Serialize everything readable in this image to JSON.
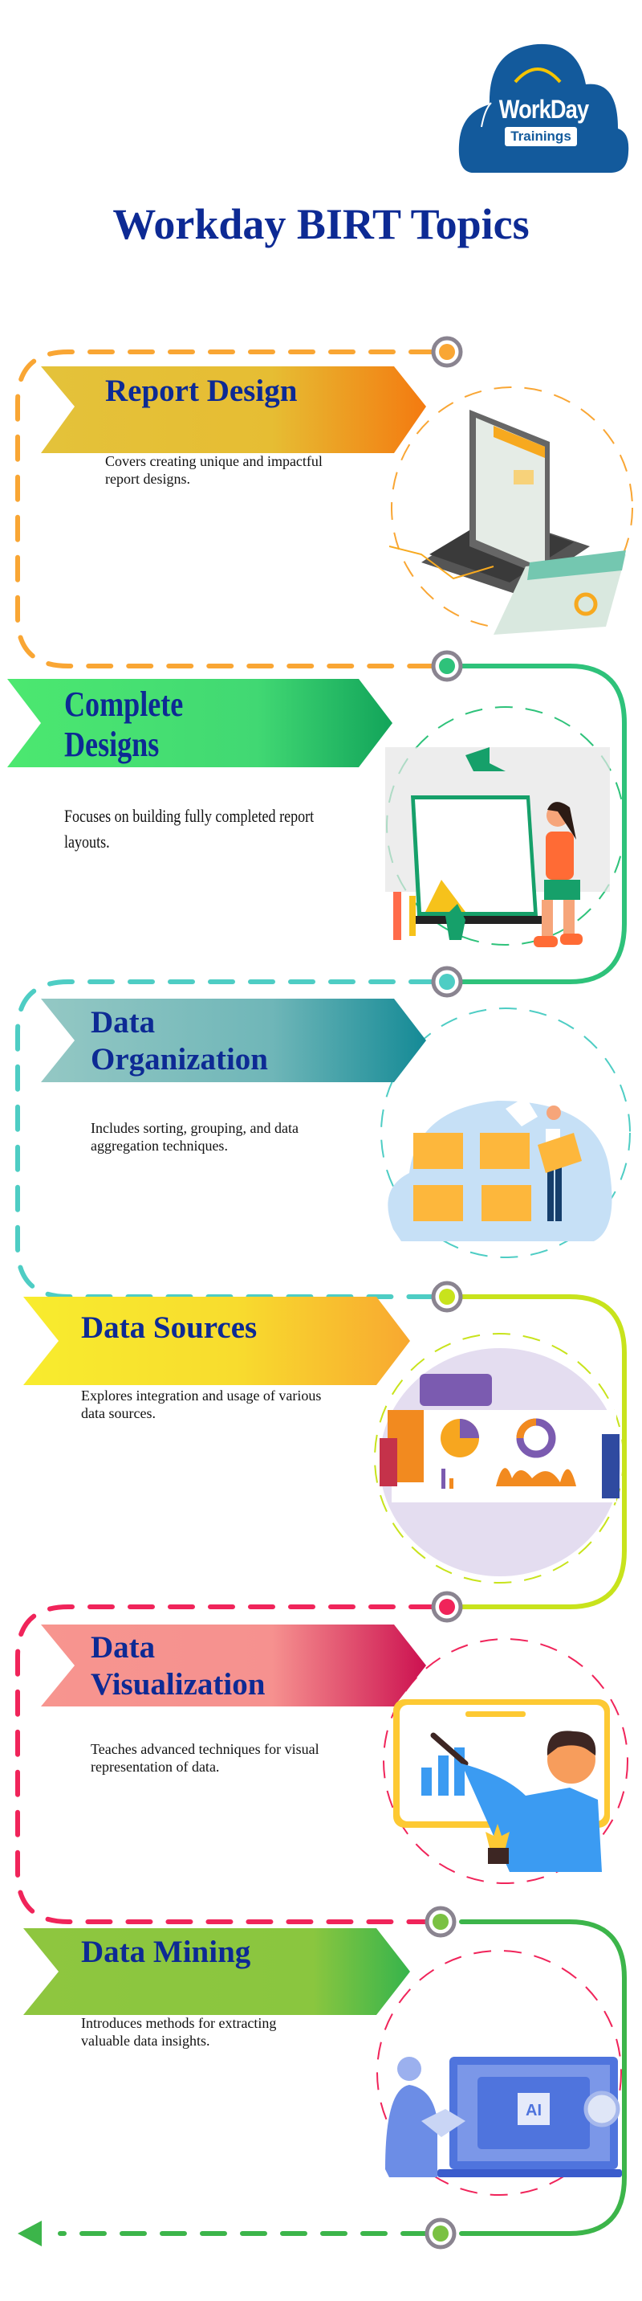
{
  "logo": {
    "word": "WorkDay",
    "sub": "Trainings",
    "color": "#135a9c"
  },
  "title": "Workday BIRT Topics",
  "colors": {
    "heading": "#0d2a94",
    "dot_ring": "#8a8490"
  },
  "sections": [
    {
      "title": "Report Design",
      "description": "Covers creating unique and impactful report designs.",
      "accent": "#f9a634",
      "illustration": "laptop-report-icon"
    },
    {
      "title": "Complete Designs",
      "title_lines": [
        "Complete",
        "Designs"
      ],
      "description": "Focuses on building fully completed report layouts.",
      "accent": "#2ec27a",
      "illustration": "designer-drafting-icon"
    },
    {
      "title": "Data Organization",
      "title_lines": [
        "Data",
        "Organization"
      ],
      "description": "Includes sorting, grouping, and data aggregation techniques.",
      "accent": "#4ecdc4",
      "illustration": "folders-organizing-icon"
    },
    {
      "title": "Data Sources",
      "description": "Explores integration and usage of various data sources.",
      "accent": "#c8e31c",
      "illustration": "dashboard-presentation-icon"
    },
    {
      "title": "Data Visualization",
      "title_lines": [
        "Data",
        "Visualization"
      ],
      "description": "Teaches advanced techniques for visual representation of data.",
      "accent": "#f0245a",
      "illustration": "chart-presenter-icon"
    },
    {
      "title": "Data Mining",
      "description": "Introduces methods for extracting valuable data insights.",
      "accent": "#3cb54a",
      "illustration": "ai-laptop-icon"
    }
  ]
}
